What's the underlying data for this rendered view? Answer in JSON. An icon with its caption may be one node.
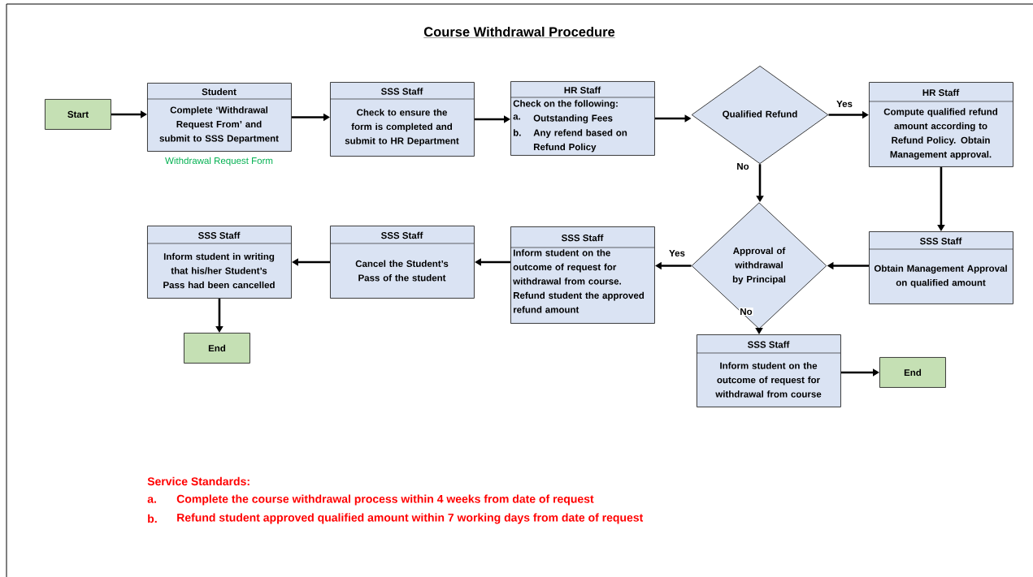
{
  "diagram": {
    "title": "Course Withdrawal Procedure",
    "nodes": [
      {
        "text": [
          "Start"
        ]
      },
      {
        "text": [
          "Student",
          "Complete ‘Withdrawal Request From’ and submit to SSS Department"
        ],
        "beside": [
          "Withdrawal Request Form"
        ]
      },
      {
        "text": [
          "SSS Staff",
          "Check to ensure the form is completed and submit to HR Department"
        ]
      },
      {
        "text": [
          "HR Staff",
          "Check on the following:",
          "a.",
          "Outstanding Fees",
          "b.",
          "Any refend based on Refund Policy"
        ]
      },
      {
        "text": [
          "Qualified Refund"
        ]
      },
      {
        "text": [
          "HR Staff",
          "Compute qualified refund amount according to Refund Policy. Obtain Management approval."
        ]
      },
      {
        "text": [
          "SSS Staff",
          "Obtain Management Approval on qualified amount"
        ]
      },
      {
        "text": [
          "Approval of withdrawal by Principal"
        ]
      },
      {
        "text": [
          "SSS Staff",
          "Inform student on the outcome of request for withdrawal from course. Refund student the approved refund amount"
        ]
      },
      {
        "text": [
          "SSS Staff",
          "Cancel the Student’s Pass of the student"
        ]
      },
      {
        "text": [
          "SSS Staff",
          "Inform student in writing that his/her Student’s Pass had been cancelled"
        ]
      },
      {
        "text": [
          "End"
        ]
      },
      {
        "text": [
          "SSS Staff",
          "Inform student on the outcome of request for withdrawal from course"
        ]
      },
      {
        "text": [
          "End"
        ]
      }
    ],
    "edges": [
      {
        "from": 0,
        "to": 1,
        "arrow": "to"
      },
      {
        "from": 1,
        "to": 2,
        "arrow": "to"
      },
      {
        "from": 2,
        "to": 3,
        "arrow": "to"
      },
      {
        "from": 3,
        "to": 4,
        "arrow": "to"
      },
      {
        "from": 4,
        "to": 5,
        "arrow": "to",
        "label": "Yes"
      },
      {
        "from": 4,
        "to": 7,
        "arrow": "to",
        "label": "No"
      },
      {
        "from": 5,
        "to": 6,
        "arrow": "to"
      },
      {
        "from": 6,
        "to": 7,
        "arrow": "to"
      },
      {
        "from": 7,
        "to": 8,
        "arrow": "to",
        "label": "Yes"
      },
      {
        "from": 8,
        "to": 9,
        "arrow": "to"
      },
      {
        "from": 9,
        "to": 10,
        "arrow": "to"
      },
      {
        "from": 10,
        "to": 11,
        "arrow": "to"
      },
      {
        "from": 7,
        "to": 12,
        "arrow": "to",
        "label": "No"
      },
      {
        "from": 12,
        "to": 13,
        "arrow": "to"
      }
    ],
    "labels": [
      "Service Standards:",
      "a.",
      "Complete the course withdrawal process within 4 weeks from date of request",
      "b.",
      "Refund student approved qualified amount within 7 working days from date of request"
    ]
  }
}
